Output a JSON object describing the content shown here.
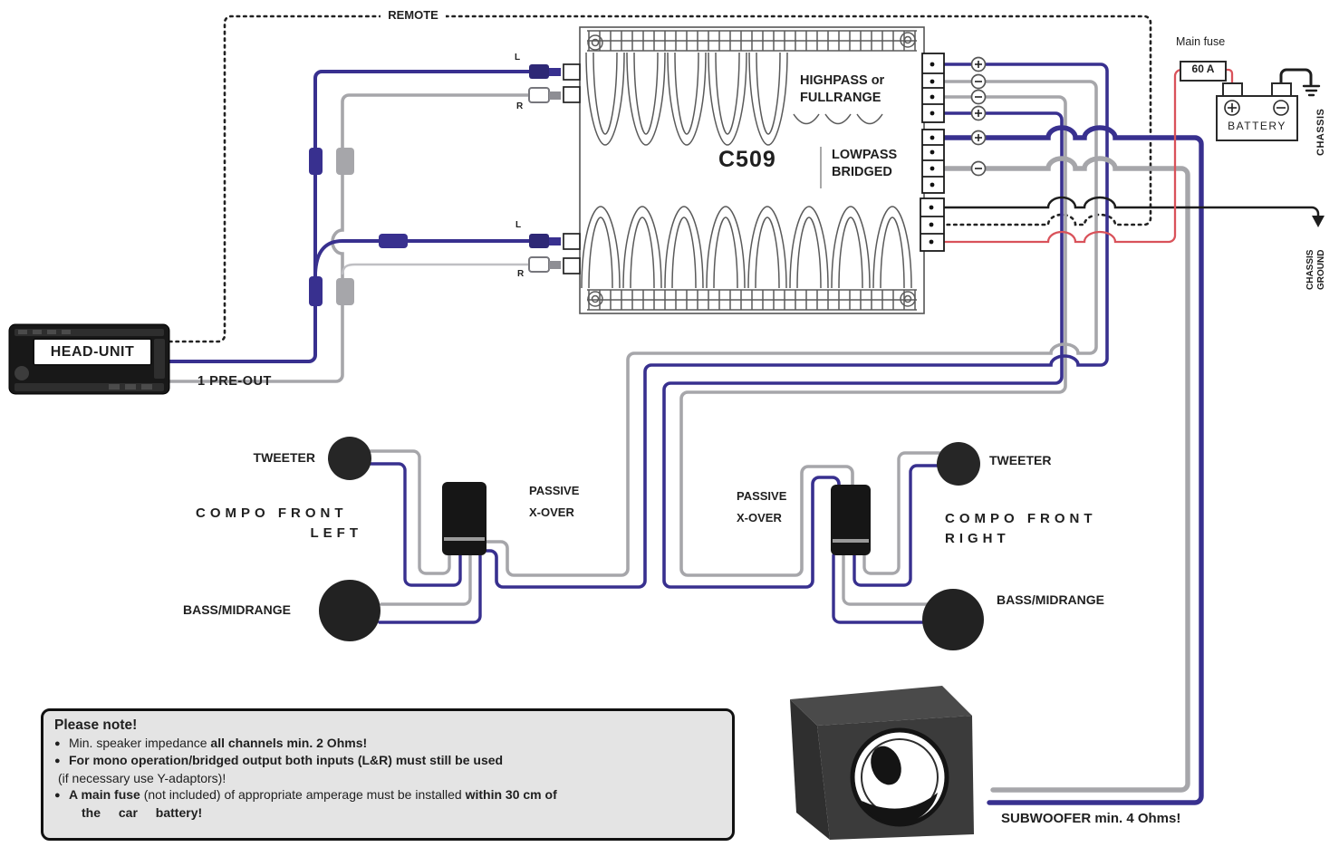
{
  "colors": {
    "wire_blue": "#38308f",
    "wire_gray": "#a6a6aa",
    "wire_red": "#d9525a",
    "wire_black": "#1d1d1d"
  },
  "remote": {
    "label": "REMOTE"
  },
  "head_unit": {
    "label": "HEAD-UNIT",
    "pre_out_label": "1 PRE-OUT"
  },
  "amplifier": {
    "model": "C509",
    "highpass_line1": "HIGHPASS or",
    "highpass_line2": "FULLRANGE",
    "lowpass_line1": "LOWPASS",
    "lowpass_line2": "BRIDGED",
    "input_channels": [
      "L",
      "R",
      "L",
      "R"
    ]
  },
  "power": {
    "main_fuse_label": "Main fuse",
    "fuse_rating": "60 A",
    "battery_label": "BATTERY",
    "chassis_label": "CHASSIS",
    "chassis_ground_line1": "CHASSIS",
    "chassis_ground_line2": "GROUND"
  },
  "front_left": {
    "tweeter_label": "TWEETER",
    "group_line1": "COMPO FRONT",
    "group_line2": "LEFT",
    "xover_line1": "PASSIVE",
    "xover_line2": "X-OVER",
    "bass_label": "BASS/MIDRANGE"
  },
  "front_right": {
    "tweeter_label": "TWEETER",
    "group_line1": "COMPO FRONT",
    "group_line2": "RIGHT",
    "xover_line1": "PASSIVE",
    "xover_line2": "X-OVER",
    "bass_label": "BASS/MIDRANGE"
  },
  "subwoofer": {
    "label": "SUBWOOFER min. 4 Ohms!"
  },
  "note": {
    "bullet": "●",
    "title": "Please note!",
    "b1_pre": "Min. speaker impedance ",
    "b1_bold": "all channels min. 2 Ohms!",
    "b2_bold": "For mono operation/bridged output both inputs (L&R) must still be used",
    "b2_cont": "(if necessary use Y-adaptors)!",
    "b3_bold1": "A main fuse",
    "b3_reg": " (not included) of appropriate amperage must be installed ",
    "b3_bold2": "within 30 cm of",
    "b3_line2": "the  car  battery!"
  }
}
